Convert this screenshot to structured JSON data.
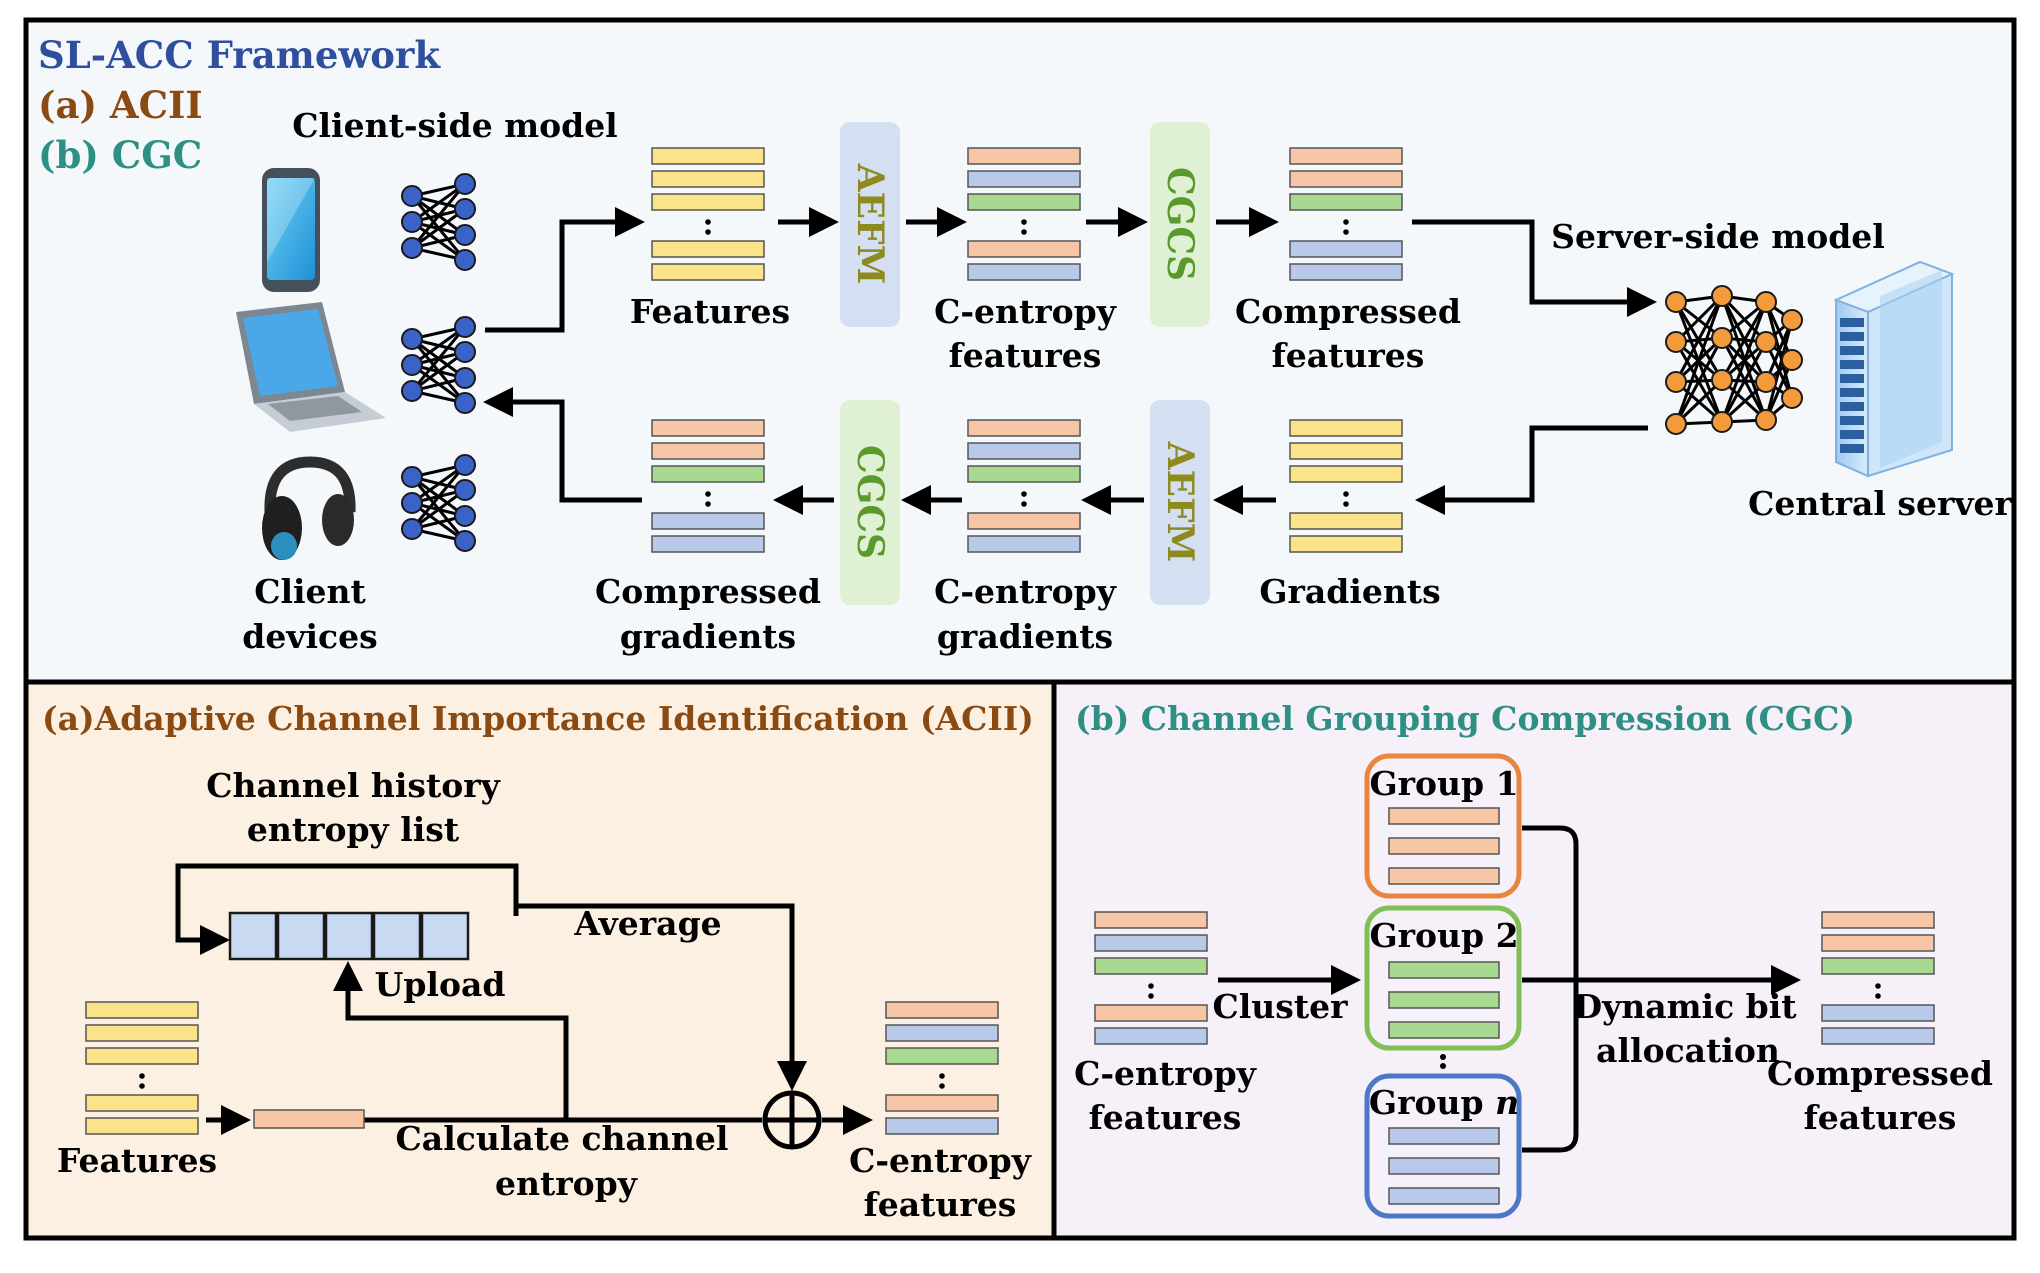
{
  "colors": {
    "top_panel_bg": "#f4f8fb",
    "acii_panel_bg": "#fcf0e3",
    "cgc_panel_bg": "#f6f0f8",
    "yellow_bar": "#fbe38a",
    "orange_bar": "#f7c6a6",
    "blue_bar": "#b9c9ea",
    "green_bar": "#a8d991",
    "aefm_box": "#d5dff2",
    "cgcs_box": "#e0f0d5",
    "framework_title": "#2f4f9e",
    "acii_label": "#8a4a12",
    "cgc_label": "#2e8f84",
    "block_text": "#8d8a1e",
    "cgcs_text": "#5a9a2c",
    "group1_border": "#e8853e",
    "group2_border": "#7fbf55",
    "groupn_border": "#4c78c6",
    "node_fill": "#3b63c7",
    "server_node_fill": "#f39a3b"
  },
  "top": {
    "title": "SL-ACC Framework",
    "sub_a": "(a) ACII",
    "sub_b": "(b) CGC",
    "client_model_label": "Client-side model",
    "client_devices_label_1": "Client",
    "client_devices_label_2": "devices",
    "features_label": "Features",
    "aefm_label": "AEFM",
    "cgcs_label": "CGCS",
    "centropy_features_1": "C-entropy",
    "centropy_features_2": "features",
    "compressed_features_1": "Compressed",
    "compressed_features_2": "features",
    "server_model_label": "Server-side model",
    "central_server_label": "Central server",
    "gradients_label": "Gradients",
    "centropy_gradients_1": "C-entropy",
    "centropy_gradients_2": "gradients",
    "compressed_gradients_1": "Compressed",
    "compressed_gradients_2": "gradients",
    "device_icons": [
      "smartphone-icon",
      "laptop-icon",
      "headphones-icon"
    ]
  },
  "acii": {
    "title": "(a)Adaptive Channel Importance Identification (ACII)",
    "history_label_1": "Channel history",
    "history_label_2": "entropy list",
    "average_label": "Average",
    "upload_label": "Upload",
    "features_label": "Features",
    "calc_label_1": "Calculate channel",
    "calc_label_2": "entropy",
    "output_label_1": "C-entropy",
    "output_label_2": "features",
    "history_slots": 5,
    "combine_icon": "circled-plus-icon"
  },
  "cgc": {
    "title": "(b) Channel Grouping Compression (CGC)",
    "input_label_1": "C-entropy",
    "input_label_2": "features",
    "cluster_label": "Cluster",
    "group1_label": "Group 1",
    "group2_label": "Group 2",
    "groupn_prefix": "Group ",
    "groupn_suffix": "n",
    "dynamic_label_1": "Dynamic bit",
    "dynamic_label_2": "allocation",
    "output_label_1": "Compressed",
    "output_label_2": "features"
  }
}
